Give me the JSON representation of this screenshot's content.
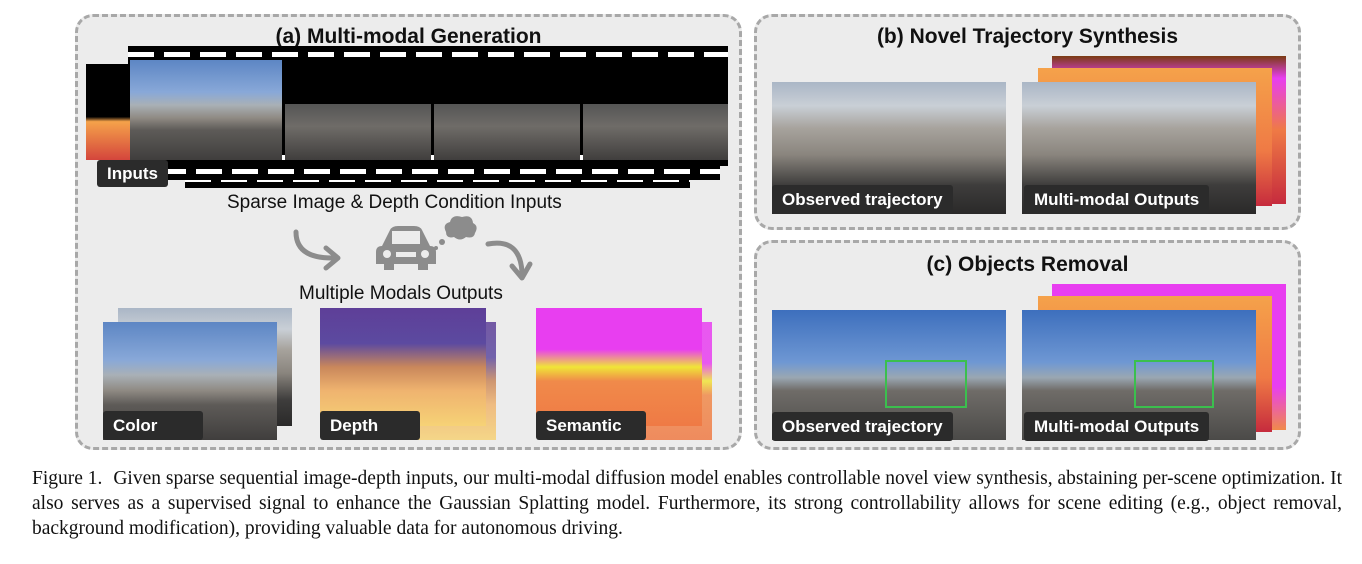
{
  "panel_a": {
    "title": "(a) Multi-modal Generation",
    "inputs_tag": "Inputs",
    "condition_label": "Sparse Image & Depth Condition Inputs",
    "outputs_label": "Multiple Modals Outputs",
    "tags": {
      "color": "Color",
      "depth": "Depth",
      "semantic": "Semantic"
    }
  },
  "panel_b": {
    "title": "(b) Novel Trajectory Synthesis",
    "left_tag": "Observed trajectory",
    "right_tag": "Multi-modal Outputs"
  },
  "panel_c": {
    "title": "(c) Objects Removal",
    "left_tag": "Observed trajectory",
    "right_tag": "Multi-modal Outputs"
  },
  "caption": {
    "lead": "Figure 1.",
    "text": "Given sparse sequential image-depth inputs, our multi-modal diffusion model enables controllable novel view synthesis, abstaining per-scene optimization. It also serves as a supervised signal to enhance the Gaussian Splatting model. Furthermore, its strong controllability allows for scene editing (e.g., object removal, background modification), providing valuable data for autonomous driving."
  },
  "icons": [
    "car-icon",
    "thought-cloud-icon",
    "curved-arrow-left-icon",
    "curved-arrow-right-icon"
  ],
  "colors": {
    "panel_bg": "#ececec",
    "panel_border": "#a8a8a8",
    "tag_bg": "#2b2b2b",
    "bbox": "#3bbf4e"
  }
}
